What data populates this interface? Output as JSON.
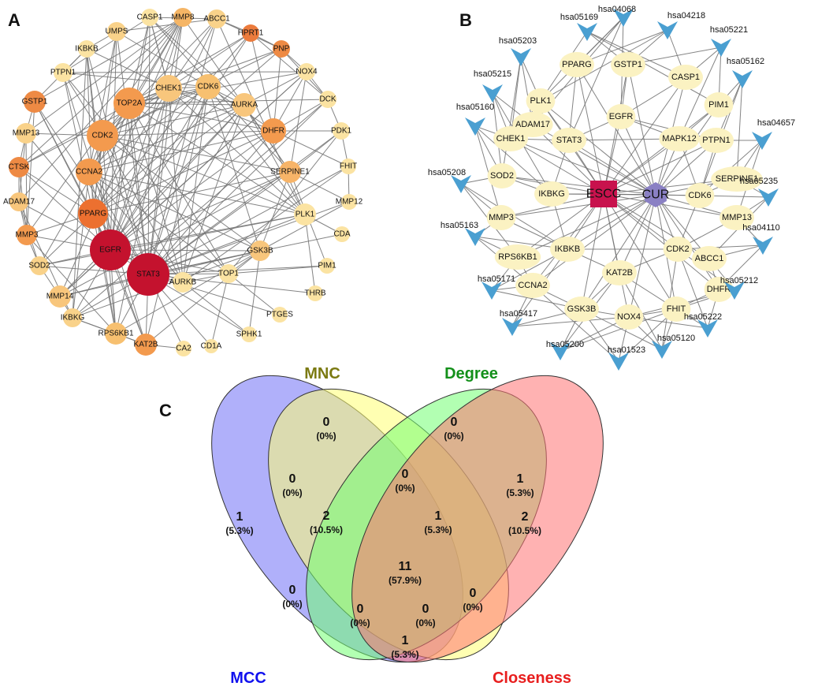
{
  "panels": {
    "a": "A",
    "b": "B",
    "c": "C"
  },
  "network_a": {
    "nodes": [
      {
        "label": "CASP1",
        "fill": "#fbe3a2"
      },
      {
        "label": "MMP8",
        "fill": "#f5b565"
      },
      {
        "label": "ABCC1",
        "fill": "#f9d28a"
      },
      {
        "label": "HPRT1",
        "fill": "#ec7b3c"
      },
      {
        "label": "PNP",
        "fill": "#ee8a44"
      },
      {
        "label": "UMPS",
        "fill": "#f9d28a"
      },
      {
        "label": "IKBKB",
        "fill": "#fbe3a2"
      },
      {
        "label": "PTPN1",
        "fill": "#fbe3a2"
      },
      {
        "label": "NOX4",
        "fill": "#fbe3a2"
      },
      {
        "label": "CHEK1",
        "fill": "#f8c67c"
      },
      {
        "label": "CDK6",
        "fill": "#f7c070"
      },
      {
        "label": "TOP2A",
        "fill": "#f39a4e"
      },
      {
        "label": "AURKA",
        "fill": "#f8c67c"
      },
      {
        "label": "DCK",
        "fill": "#fbe3a2"
      },
      {
        "label": "GSTP1",
        "fill": "#ee8a44"
      },
      {
        "label": "MMP13",
        "fill": "#f9d28a"
      },
      {
        "label": "CDK2",
        "fill": "#f39a4e"
      },
      {
        "label": "DHFR",
        "fill": "#f39a4e"
      },
      {
        "label": "PDK1",
        "fill": "#fbe3a2"
      },
      {
        "label": "CTSK",
        "fill": "#ee8a44"
      },
      {
        "label": "CCNA2",
        "fill": "#f39a4e"
      },
      {
        "label": "SERPINE1",
        "fill": "#f7b468"
      },
      {
        "label": "FHIT",
        "fill": "#fbe3a2"
      },
      {
        "label": "ADAM17",
        "fill": "#f8c67c"
      },
      {
        "label": "MMP12",
        "fill": "#fbe3a2"
      },
      {
        "label": "PPARG",
        "fill": "#ec7030"
      },
      {
        "label": "MMP3",
        "fill": "#f39a4e"
      },
      {
        "label": "PLK1",
        "fill": "#fbe3a2"
      },
      {
        "label": "CDA",
        "fill": "#fbe3a2"
      },
      {
        "label": "EGFR",
        "fill": "#c4122e"
      },
      {
        "label": "GSK3B",
        "fill": "#f8c67c"
      },
      {
        "label": "SOD2",
        "fill": "#f9d28a"
      },
      {
        "label": "PIM1",
        "fill": "#fbe3a2"
      },
      {
        "label": "STAT3",
        "fill": "#c4122e"
      },
      {
        "label": "AURKB",
        "fill": "#fbe3a2"
      },
      {
        "label": "TOP1",
        "fill": "#fbe3a2"
      },
      {
        "label": "MMP14",
        "fill": "#f8c67c"
      },
      {
        "label": "THRB",
        "fill": "#fbe3a2"
      },
      {
        "label": "IKBKG",
        "fill": "#f9d28a"
      },
      {
        "label": "PTGES",
        "fill": "#fbe3a2"
      },
      {
        "label": "RPS6KB1",
        "fill": "#f7c070"
      },
      {
        "label": "SPHK1",
        "fill": "#fbe3a2"
      },
      {
        "label": "KAT2B",
        "fill": "#f39a4e"
      },
      {
        "label": "CA2",
        "fill": "#fbe3a2"
      },
      {
        "label": "CD1A",
        "fill": "#fbe3a2"
      }
    ],
    "colors": {
      "edge": "#777777"
    }
  },
  "network_b": {
    "nodes": [
      {
        "label": "ESCC",
        "shape": "square",
        "fill": "#c8124d"
      },
      {
        "label": "CUR",
        "shape": "hexagon",
        "fill": "#8a80c4"
      },
      {
        "label": "PPARG",
        "shape": "ellipse",
        "fill": "#fbf2c2"
      },
      {
        "label": "GSTP1",
        "shape": "ellipse",
        "fill": "#fbf2c2"
      },
      {
        "label": "PLK1",
        "shape": "ellipse",
        "fill": "#fbf2c2"
      },
      {
        "label": "CASP1",
        "shape": "ellipse",
        "fill": "#fbf2c2"
      },
      {
        "label": "ADAM17",
        "shape": "ellipse",
        "fill": "#fbf2c2"
      },
      {
        "label": "PIM1",
        "shape": "ellipse",
        "fill": "#fbf2c2"
      },
      {
        "label": "EGFR",
        "shape": "ellipse",
        "fill": "#fbf2c2"
      },
      {
        "label": "CHEK1",
        "shape": "ellipse",
        "fill": "#fbf2c2"
      },
      {
        "label": "STAT3",
        "shape": "ellipse",
        "fill": "#fbf2c2"
      },
      {
        "label": "MAPK12",
        "shape": "ellipse",
        "fill": "#fbf2c2"
      },
      {
        "label": "PTPN1",
        "shape": "ellipse",
        "fill": "#fbf2c2"
      },
      {
        "label": "SOD2",
        "shape": "ellipse",
        "fill": "#fbf2c2"
      },
      {
        "label": "SERPINE1",
        "shape": "ellipse",
        "fill": "#fbf2c2"
      },
      {
        "label": "IKBKG",
        "shape": "ellipse",
        "fill": "#fbf2c2"
      },
      {
        "label": "CDK6",
        "shape": "ellipse",
        "fill": "#fbf2c2"
      },
      {
        "label": "MMP3",
        "shape": "ellipse",
        "fill": "#fbf2c2"
      },
      {
        "label": "MMP13",
        "shape": "ellipse",
        "fill": "#fbf2c2"
      },
      {
        "label": "IKBKB",
        "shape": "ellipse",
        "fill": "#fbf2c2"
      },
      {
        "label": "CDK2",
        "shape": "ellipse",
        "fill": "#fbf2c2"
      },
      {
        "label": "RPS6KB1",
        "shape": "ellipse",
        "fill": "#fbf2c2"
      },
      {
        "label": "ABCC1",
        "shape": "ellipse",
        "fill": "#fbf2c2"
      },
      {
        "label": "KAT2B",
        "shape": "ellipse",
        "fill": "#fbf2c2"
      },
      {
        "label": "CCNA2",
        "shape": "ellipse",
        "fill": "#fbf2c2"
      },
      {
        "label": "DHFR",
        "shape": "ellipse",
        "fill": "#fbf2c2"
      },
      {
        "label": "GSK3B",
        "shape": "ellipse",
        "fill": "#fbf2c2"
      },
      {
        "label": "NOX4",
        "shape": "ellipse",
        "fill": "#fbf2c2"
      },
      {
        "label": "FHIT",
        "shape": "ellipse",
        "fill": "#fbf2c2"
      },
      {
        "label": "hsa04068",
        "shape": "v",
        "fill": "#4a9fd1"
      },
      {
        "label": "hsa05169",
        "shape": "v",
        "fill": "#4a9fd1"
      },
      {
        "label": "hsa04218",
        "shape": "v",
        "fill": "#4a9fd1"
      },
      {
        "label": "hsa05203",
        "shape": "v",
        "fill": "#4a9fd1"
      },
      {
        "label": "hsa05221",
        "shape": "v",
        "fill": "#4a9fd1"
      },
      {
        "label": "hsa05215",
        "shape": "v",
        "fill": "#4a9fd1"
      },
      {
        "label": "hsa05162",
        "shape": "v",
        "fill": "#4a9fd1"
      },
      {
        "label": "hsa05160",
        "shape": "v",
        "fill": "#4a9fd1"
      },
      {
        "label": "hsa04657",
        "shape": "v",
        "fill": "#4a9fd1"
      },
      {
        "label": "hsa05208",
        "shape": "v",
        "fill": "#4a9fd1"
      },
      {
        "label": "hsa05235",
        "shape": "v",
        "fill": "#4a9fd1"
      },
      {
        "label": "hsa05163",
        "shape": "v",
        "fill": "#4a9fd1"
      },
      {
        "label": "hsa04110",
        "shape": "v",
        "fill": "#4a9fd1"
      },
      {
        "label": "hsa05171",
        "shape": "v",
        "fill": "#4a9fd1"
      },
      {
        "label": "hsa05212",
        "shape": "v",
        "fill": "#4a9fd1"
      },
      {
        "label": "hsa05417",
        "shape": "v",
        "fill": "#4a9fd1"
      },
      {
        "label": "hsa05222",
        "shape": "v",
        "fill": "#4a9fd1"
      },
      {
        "label": "hsa05200",
        "shape": "v",
        "fill": "#4a9fd1"
      },
      {
        "label": "hsa05120",
        "shape": "v",
        "fill": "#4a9fd1"
      },
      {
        "label": "hsa01523",
        "shape": "v",
        "fill": "#4a9fd1"
      }
    ],
    "colors": {
      "edge": "#777777"
    }
  },
  "venn": {
    "sets": [
      {
        "name": "MCC",
        "color": "#1111ee",
        "fill": "#6f6ff6"
      },
      {
        "name": "MNC",
        "color": "#7b7a12",
        "fill": "#ffff73"
      },
      {
        "name": "Degree",
        "color": "#13901a",
        "fill": "#73ff73"
      },
      {
        "name": "Closeness",
        "color": "#e81e1e",
        "fill": "#ff7373"
      }
    ],
    "regions": [
      {
        "count": "0",
        "pct": "(0%)"
      },
      {
        "count": "0",
        "pct": "(0%)"
      },
      {
        "count": "1",
        "pct": "(5.3%)"
      },
      {
        "count": "0",
        "pct": "(0%)"
      },
      {
        "count": "0",
        "pct": "(0%)"
      },
      {
        "count": "1",
        "pct": "(5.3%)"
      },
      {
        "count": "2",
        "pct": "(10.5%)"
      },
      {
        "count": "2",
        "pct": "(10.5%)"
      },
      {
        "count": "1",
        "pct": "(5.3%)"
      },
      {
        "count": "11",
        "pct": "(57.9%)"
      },
      {
        "count": "0",
        "pct": "(0%)"
      },
      {
        "count": "0",
        "pct": "(0%)"
      },
      {
        "count": "0",
        "pct": "(0%)"
      },
      {
        "count": "0",
        "pct": "(0%)"
      },
      {
        "count": "1",
        "pct": "(5.3%)"
      }
    ]
  }
}
